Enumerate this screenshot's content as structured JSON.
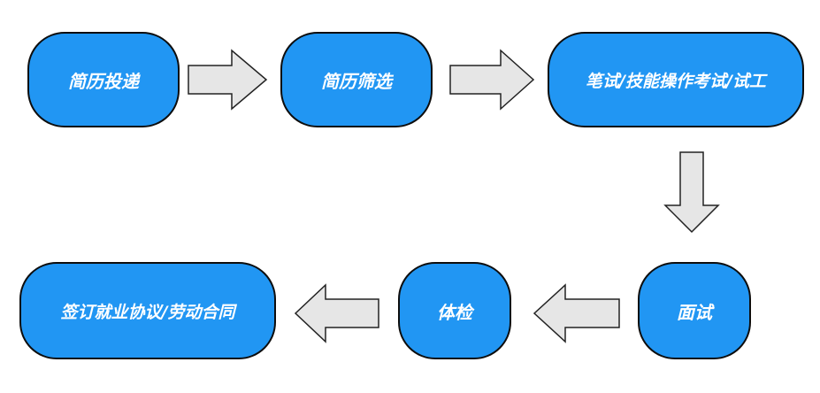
{
  "flow": {
    "steps": [
      "简历投递",
      "简历筛选",
      "笔试/技能操作考试/试工",
      "面试",
      "体检",
      "签订就业协议/劳动合同"
    ],
    "colors": {
      "node_fill": "#2196f3",
      "node_border": "#0d0d0d",
      "node_text": "#ffffff",
      "arrow_fill": "#e6e6e6",
      "arrow_border": "#222222"
    }
  }
}
